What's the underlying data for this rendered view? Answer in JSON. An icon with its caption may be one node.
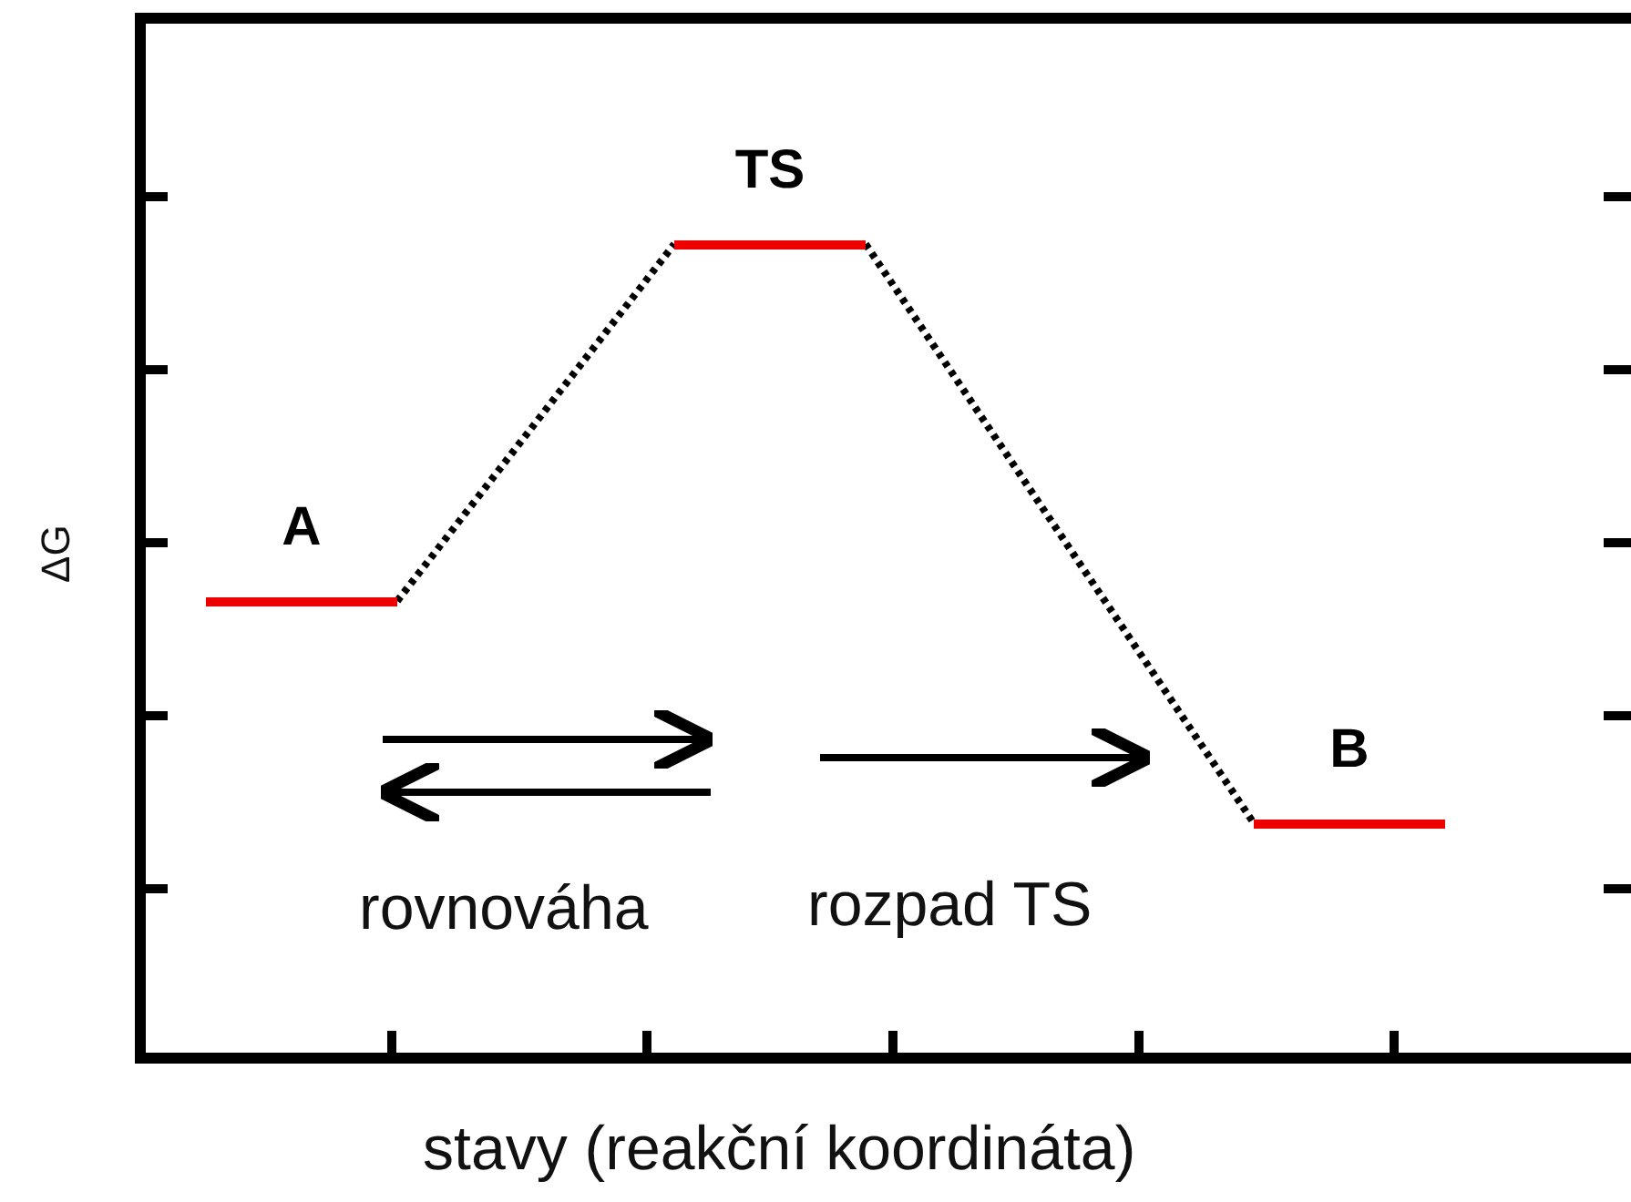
{
  "diagram": {
    "nodes": [
      {
        "text": [
          "A"
        ]
      },
      {
        "text": [
          "TS"
        ]
      },
      {
        "text": [
          "B"
        ]
      }
    ],
    "edges": [
      {
        "from": 0,
        "to": 1,
        "arrow": "none",
        "style": "dashed"
      },
      {
        "from": 1,
        "to": 2,
        "arrow": "none",
        "style": "dashed"
      }
    ],
    "labels": [
      "ΔG",
      "rovnováha",
      "rozpad TS",
      "stavy (reakční koordináta)"
    ]
  }
}
